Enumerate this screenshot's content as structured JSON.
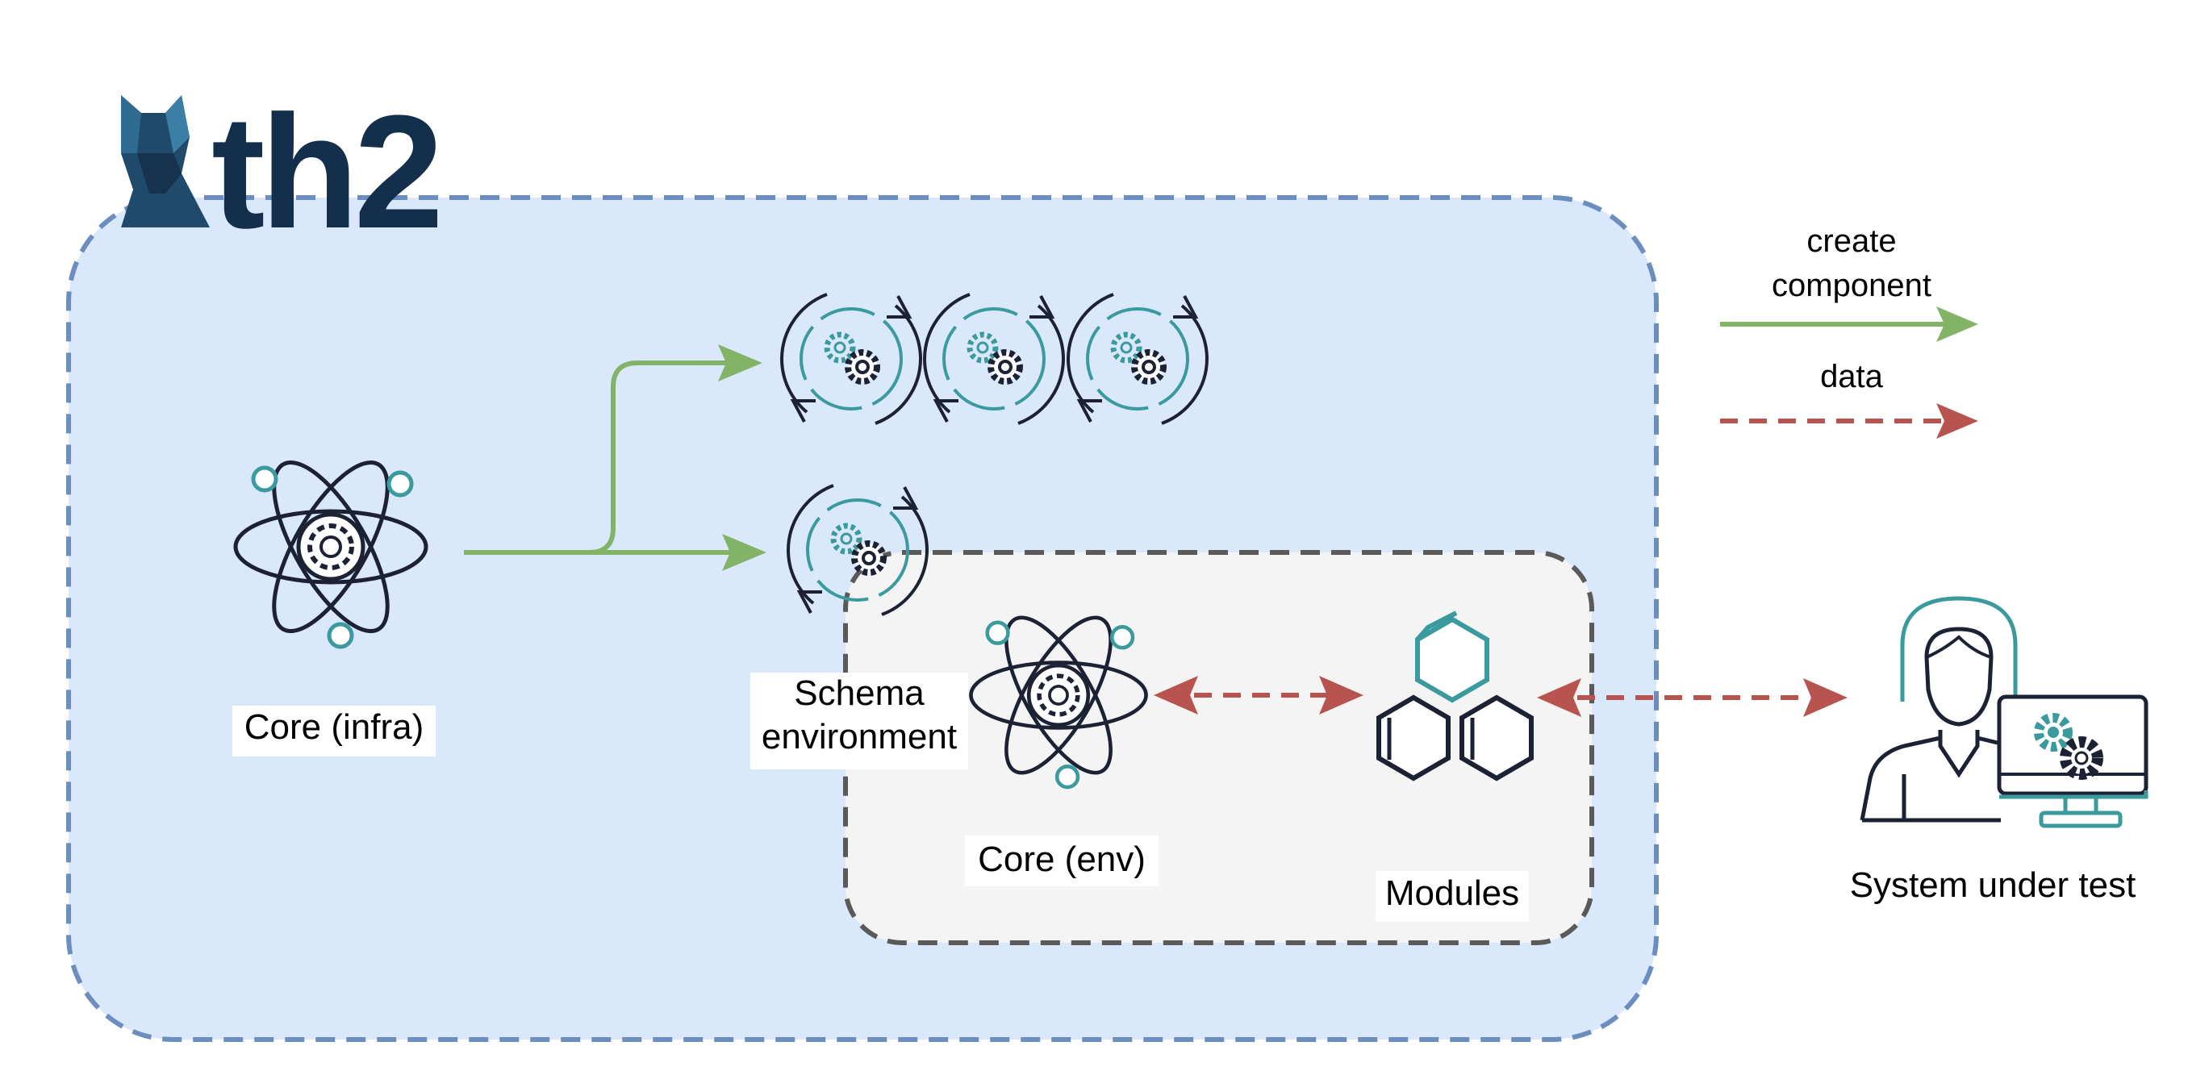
{
  "logo": {
    "text": "th2",
    "color": "#132f4c"
  },
  "labels": {
    "core_infra": "Core (infra)",
    "schema_env_line1": "Schema",
    "schema_env_line2": "environment",
    "core_env": "Core (env)",
    "modules": "Modules",
    "sut": "System under test"
  },
  "legend": {
    "create_line1": "create",
    "create_line2": "component",
    "data": "data"
  },
  "colors": {
    "outer_fill": "#dae8fc",
    "outer_stroke": "#6c8ebf",
    "inner_fill": "#f4f4f4",
    "inner_stroke": "#5a5a5a",
    "create_arrow": "#82b366",
    "data_arrow": "#b85450",
    "icon_dark": "#1c2233",
    "icon_teal": "#3a9a9e"
  },
  "icons": [
    "atom-icon",
    "gear-cycle-icon",
    "hexagon-modules-icon",
    "user-monitor-icon",
    "th2-logo"
  ]
}
